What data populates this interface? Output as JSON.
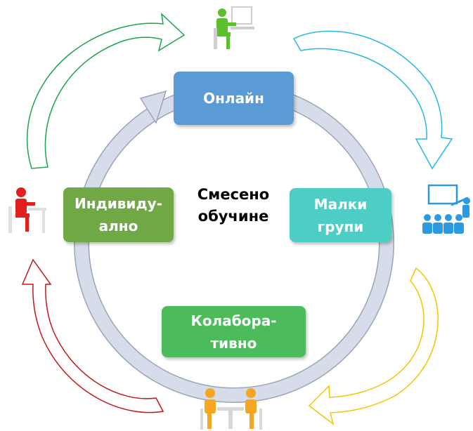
{
  "center": {
    "line1": "Смесено",
    "line2": "обучине"
  },
  "nodes": {
    "online": {
      "line1": "Онлайн",
      "color": "#5b9bd5"
    },
    "small_groups": {
      "line1": "Малки",
      "line2": "групи",
      "color": "#4ecdc4"
    },
    "individual": {
      "line1": "Индивиду-",
      "line2": "ално",
      "color": "#70a845"
    },
    "collaborative": {
      "line1": "Колабора-",
      "line2": "тивно",
      "color": "#4cbb5c"
    }
  },
  "arrows": {
    "top_left": {
      "color": "#1aa64b"
    },
    "top_right": {
      "color": "#29b6e8"
    },
    "bottom_right": {
      "color": "#f5c400"
    },
    "bottom_left": {
      "color": "#c0191c"
    }
  },
  "icons": {
    "online_user": {
      "name": "person-at-computer-icon",
      "color": "#5cc02d"
    },
    "individual_learner": {
      "name": "person-at-desk-icon",
      "color": "#e02020"
    },
    "small_group": {
      "name": "group-presentation-icon",
      "color": "#2b9ae0"
    },
    "collaboration": {
      "name": "two-people-at-table-icon",
      "color": "#f5a623"
    }
  }
}
